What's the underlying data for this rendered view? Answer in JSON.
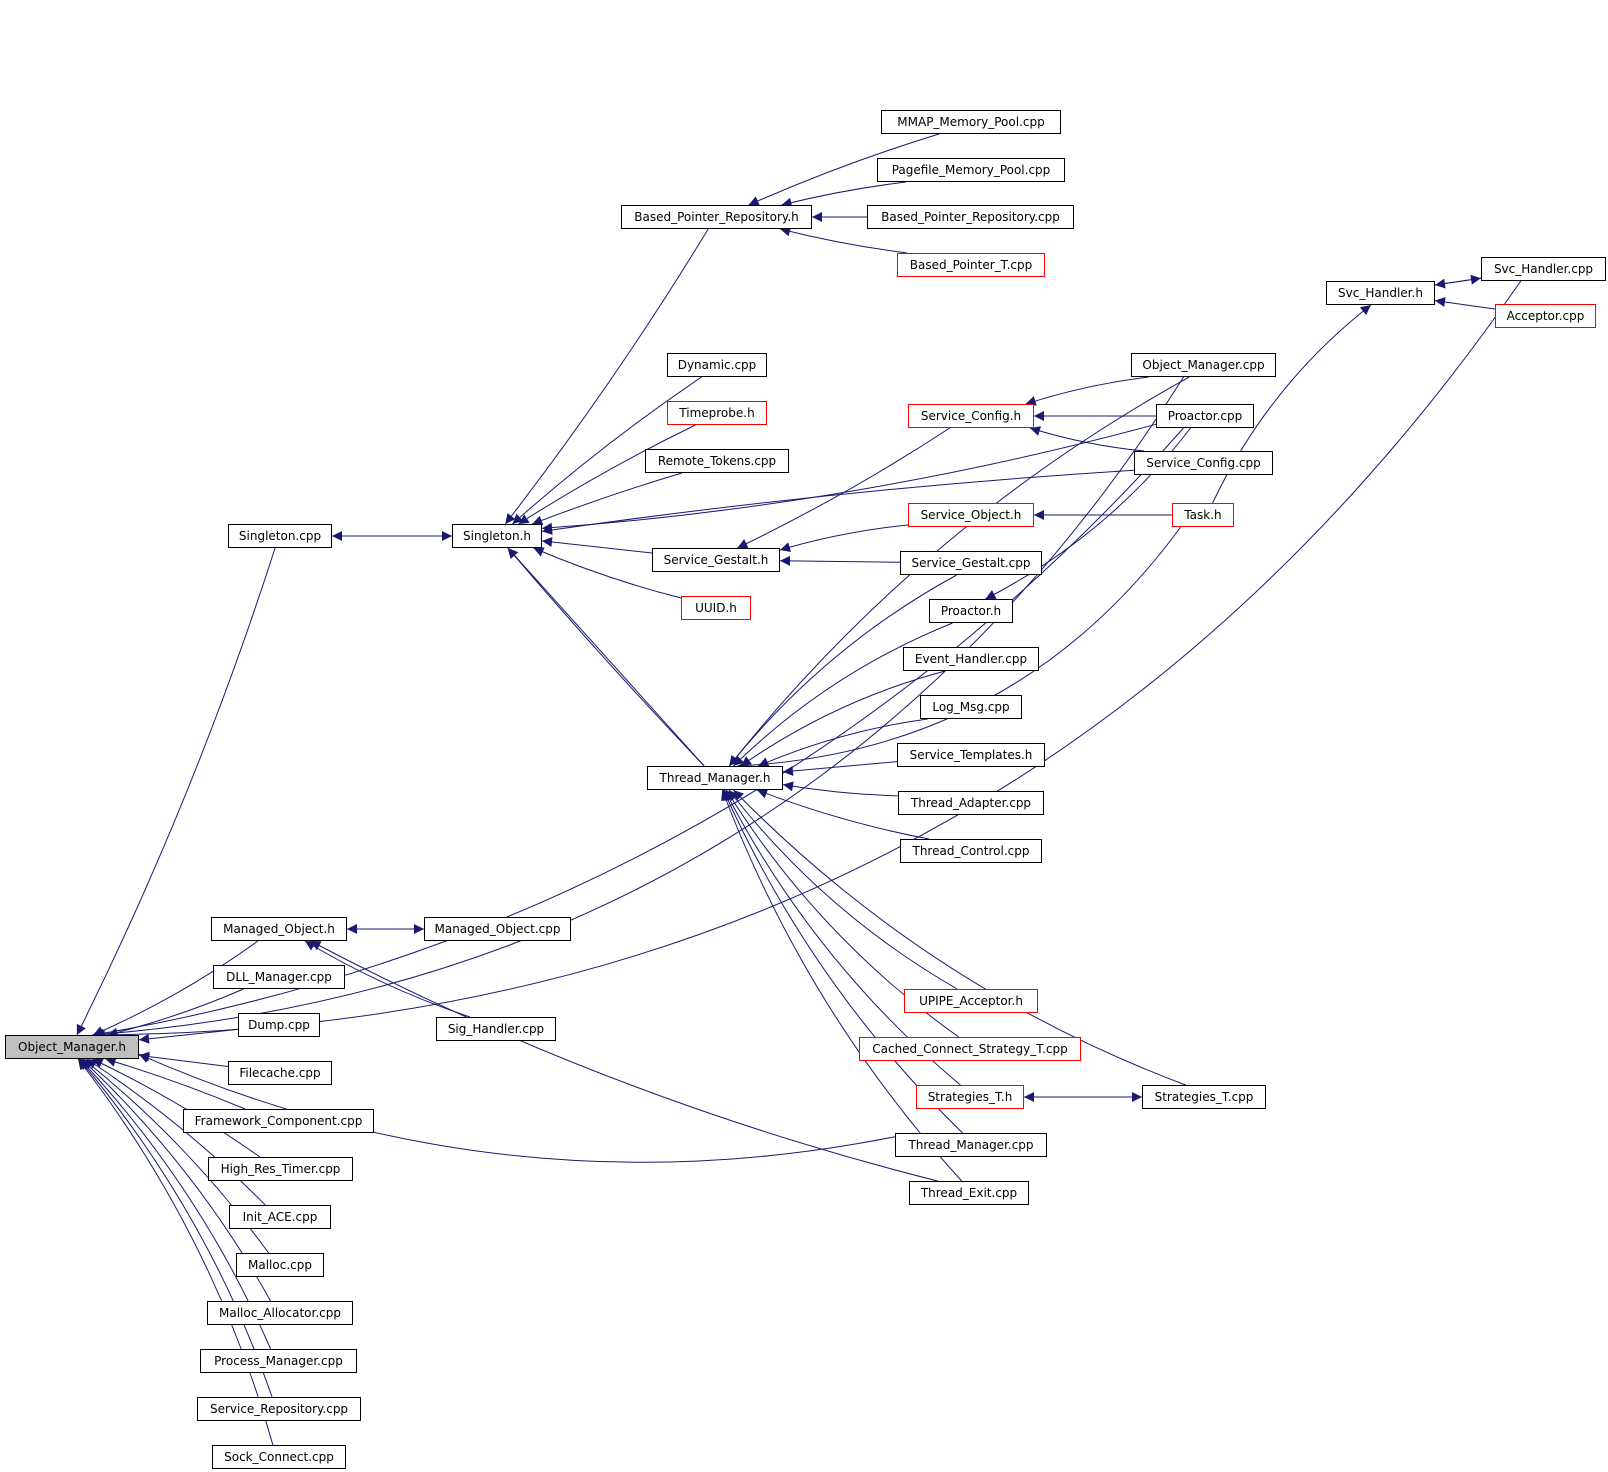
{
  "diagram": {
    "type": "include-dependency-graph",
    "colors": {
      "edge": "#191970",
      "node_border": "#000000",
      "incomplete_border": "#ff0000",
      "root_fill": "#bfbfbf",
      "background": "#ffffff"
    },
    "nodes": [
      {
        "id": "om_h",
        "label": "Object_Manager.h",
        "style": "root"
      },
      {
        "id": "singleton_cpp",
        "label": "Singleton.cpp",
        "style": "normal"
      },
      {
        "id": "singleton_h",
        "label": "Singleton.h",
        "style": "normal"
      },
      {
        "id": "bpr_h",
        "label": "Based_Pointer_Repository.h",
        "style": "normal"
      },
      {
        "id": "mmap",
        "label": "MMAP_Memory_Pool.cpp",
        "style": "normal"
      },
      {
        "id": "pagefile",
        "label": "Pagefile_Memory_Pool.cpp",
        "style": "normal"
      },
      {
        "id": "bpr_cpp",
        "label": "Based_Pointer_Repository.cpp",
        "style": "normal"
      },
      {
        "id": "bpt_cpp",
        "label": "Based_Pointer_T.cpp",
        "style": "incomplete"
      },
      {
        "id": "dynamic",
        "label": "Dynamic.cpp",
        "style": "normal"
      },
      {
        "id": "timeprobe",
        "label": "Timeprobe.h",
        "style": "incomplete"
      },
      {
        "id": "remote",
        "label": "Remote_Tokens.cpp",
        "style": "normal"
      },
      {
        "id": "sg_h",
        "label": "Service_Gestalt.h",
        "style": "normal"
      },
      {
        "id": "uuid",
        "label": "UUID.h",
        "style": "incomplete"
      },
      {
        "id": "tm_h",
        "label": "Thread_Manager.h",
        "style": "normal"
      },
      {
        "id": "sc_h",
        "label": "Service_Config.h",
        "style": "incomplete"
      },
      {
        "id": "so_h",
        "label": "Service_Object.h",
        "style": "incomplete"
      },
      {
        "id": "sg_cpp",
        "label": "Service_Gestalt.cpp",
        "style": "normal"
      },
      {
        "id": "proactor_h",
        "label": "Proactor.h",
        "style": "normal"
      },
      {
        "id": "eh_cpp",
        "label": "Event_Handler.cpp",
        "style": "normal"
      },
      {
        "id": "logmsg",
        "label": "Log_Msg.cpp",
        "style": "normal"
      },
      {
        "id": "st_h",
        "label": "Service_Templates.h",
        "style": "normal"
      },
      {
        "id": "ta_cpp",
        "label": "Thread_Adapter.cpp",
        "style": "normal"
      },
      {
        "id": "tc_cpp",
        "label": "Thread_Control.cpp",
        "style": "normal"
      },
      {
        "id": "upipe",
        "label": "UPIPE_Acceptor.h",
        "style": "incomplete"
      },
      {
        "id": "ccs",
        "label": "Cached_Connect_Strategy_T.cpp",
        "style": "incomplete"
      },
      {
        "id": "strat_h",
        "label": "Strategies_T.h",
        "style": "incomplete"
      },
      {
        "id": "strat_cpp",
        "label": "Strategies_T.cpp",
        "style": "normal"
      },
      {
        "id": "tm_cpp",
        "label": "Thread_Manager.cpp",
        "style": "normal"
      },
      {
        "id": "te_cpp",
        "label": "Thread_Exit.cpp",
        "style": "normal"
      },
      {
        "id": "om_cpp",
        "label": "Object_Manager.cpp",
        "style": "normal"
      },
      {
        "id": "proactor_cpp",
        "label": "Proactor.cpp",
        "style": "normal"
      },
      {
        "id": "sc_cpp",
        "label": "Service_Config.cpp",
        "style": "normal"
      },
      {
        "id": "task_h",
        "label": "Task.h",
        "style": "incomplete"
      },
      {
        "id": "svch_h",
        "label": "Svc_Handler.h",
        "style": "normal"
      },
      {
        "id": "svch_cpp",
        "label": "Svc_Handler.cpp",
        "style": "normal"
      },
      {
        "id": "acceptor",
        "label": "Acceptor.cpp",
        "style": "incomplete"
      },
      {
        "id": "mo_h",
        "label": "Managed_Object.h",
        "style": "normal"
      },
      {
        "id": "mo_cpp",
        "label": "Managed_Object.cpp",
        "style": "normal"
      },
      {
        "id": "sig",
        "label": "Sig_Handler.cpp",
        "style": "normal"
      },
      {
        "id": "dll",
        "label": "DLL_Manager.cpp",
        "style": "normal"
      },
      {
        "id": "dump",
        "label": "Dump.cpp",
        "style": "normal"
      },
      {
        "id": "filecache",
        "label": "Filecache.cpp",
        "style": "normal"
      },
      {
        "id": "fw",
        "label": "Framework_Component.cpp",
        "style": "normal"
      },
      {
        "id": "hrt",
        "label": "High_Res_Timer.cpp",
        "style": "normal"
      },
      {
        "id": "init",
        "label": "Init_ACE.cpp",
        "style": "normal"
      },
      {
        "id": "malloc",
        "label": "Malloc.cpp",
        "style": "normal"
      },
      {
        "id": "malloc_alloc",
        "label": "Malloc_Allocator.cpp",
        "style": "normal"
      },
      {
        "id": "pm",
        "label": "Process_Manager.cpp",
        "style": "normal"
      },
      {
        "id": "sr",
        "label": "Service_Repository.cpp",
        "style": "normal"
      },
      {
        "id": "sock",
        "label": "Sock_Connect.cpp",
        "style": "normal"
      }
    ]
  }
}
